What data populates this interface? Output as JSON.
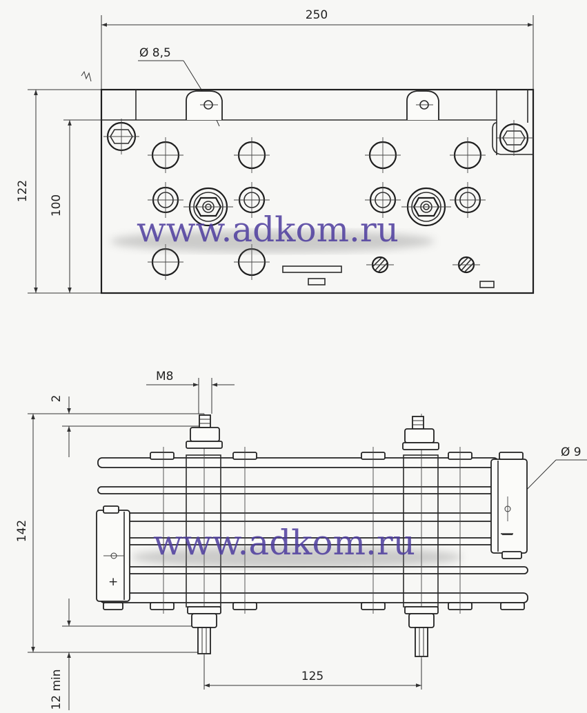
{
  "top_view": {
    "dim_width": "250",
    "dim_hole": "Ø 8,5",
    "dim_height_total": "122",
    "dim_height_body": "100"
  },
  "bottom_view": {
    "dim_thread": "M8",
    "dim_gap": "2",
    "dim_hole": "Ø 9",
    "dim_height": "142",
    "dim_pitch": "125",
    "dim_min_length": "12 min",
    "polarity_plus": "+",
    "polarity_minus": "—"
  },
  "watermark": "www.adkom.ru"
}
